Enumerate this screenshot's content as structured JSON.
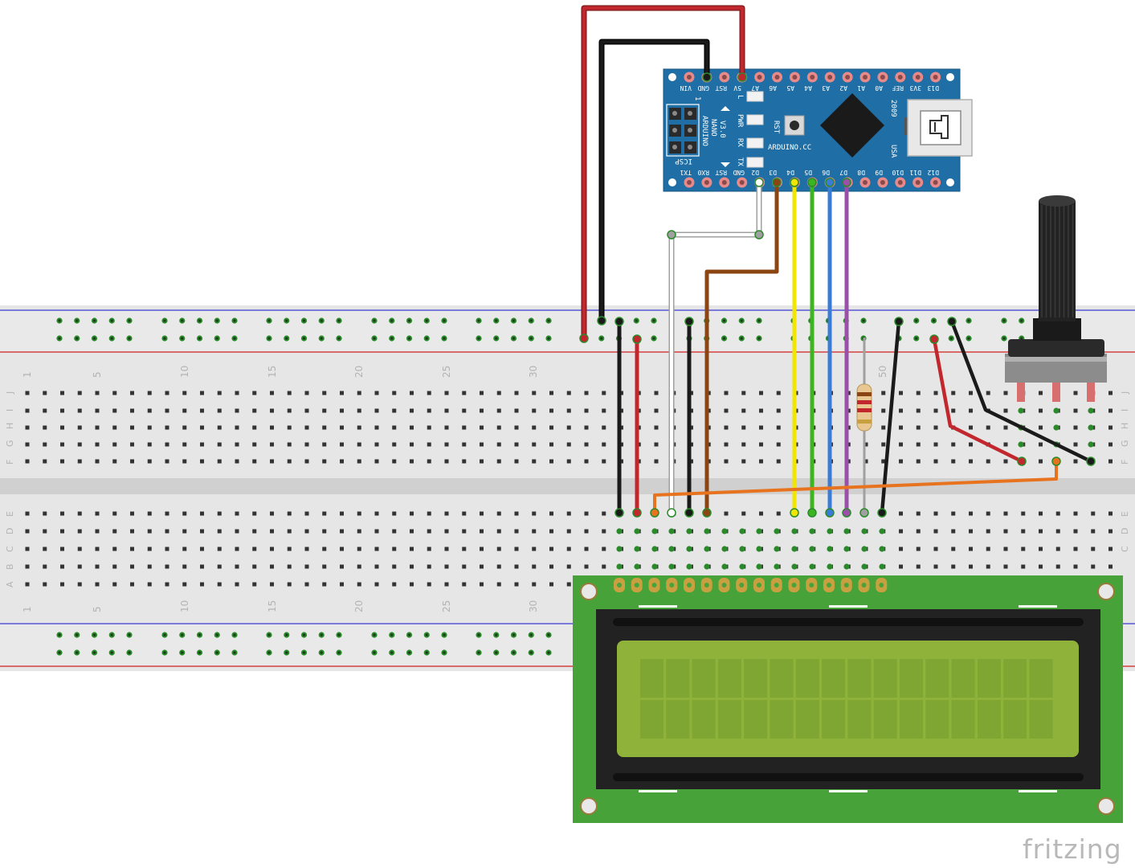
{
  "breadboard": {
    "top_numbers": [
      "1",
      "5",
      "10",
      "15",
      "20",
      "25",
      "30",
      "50"
    ],
    "bottom_numbers": [
      "1",
      "5",
      "10",
      "15",
      "20",
      "25",
      "30"
    ],
    "rows_top": [
      "J",
      "I",
      "H",
      "G",
      "F"
    ],
    "rows_bottom": [
      "E",
      "D",
      "C",
      "B",
      "A"
    ]
  },
  "nano": {
    "top_pins": [
      "VIN",
      "GND",
      "RST",
      "5V",
      "A7",
      "A6",
      "A5",
      "A4",
      "A3",
      "A2",
      "A1",
      "A0",
      "REF",
      "3V3",
      "D13"
    ],
    "bottom_pins": [
      "TX1",
      "RX0",
      "RST",
      "GND",
      "D2",
      "D3",
      "D4",
      "D5",
      "D6",
      "D7",
      "D8",
      "D9",
      "D10",
      "D11",
      "D12"
    ],
    "name_line1": "ARDUINO",
    "name_line2": "NANO",
    "name_line3": "V3.0",
    "led_l": "L",
    "led_pwr": "PWR",
    "led_rx": "RX",
    "led_tx": "TX",
    "rst_label": "RST",
    "icsp_label": "ICSP",
    "one_label": "1",
    "cc_label": "ARDUINO.CC",
    "year": "2009",
    "country": "USA"
  },
  "colors": {
    "wire_red": "#c1272d",
    "wire_black": "#1a1a1a",
    "wire_white": "#ffffff",
    "wire_brown": "#8b4513",
    "wire_yellow": "#f2e600",
    "wire_green": "#3cb521",
    "wire_blue": "#3a7bd5",
    "wire_purple": "#9b4fa8",
    "wire_orange": "#e8731f",
    "wire_grey": "#a0a0a0",
    "nano_board": "#1f6fa6",
    "lcd_pcb": "#47a23a",
    "lcd_screen": "#8fb33a"
  },
  "brand": "fritzing"
}
